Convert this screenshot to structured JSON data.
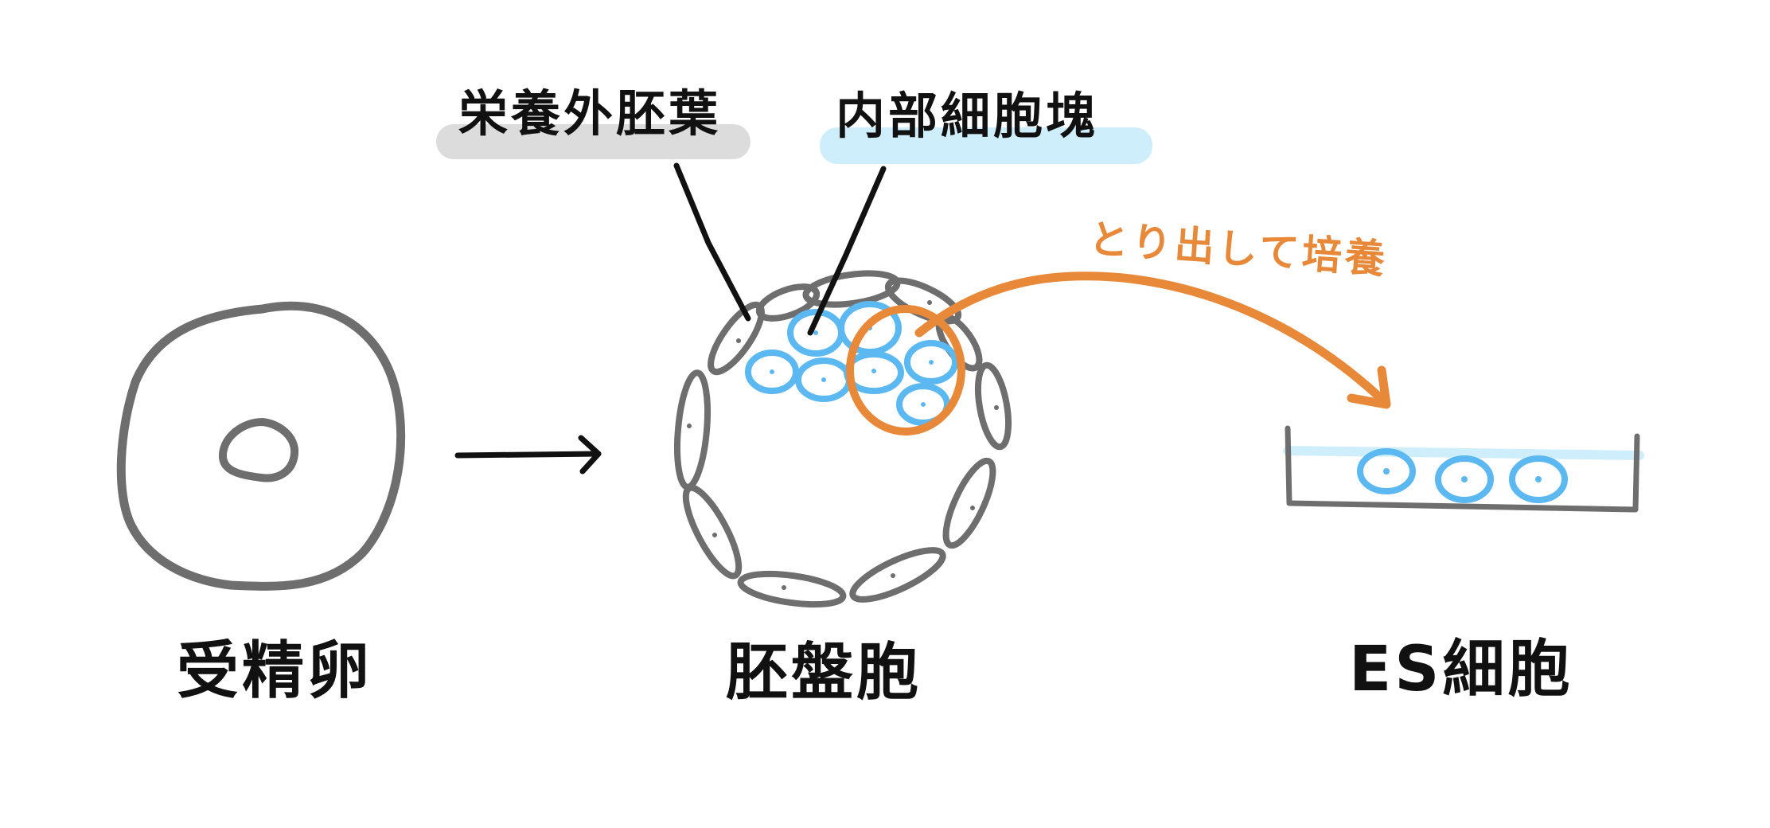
{
  "labels": {
    "fertilized_egg": "受精卵",
    "blastocyst": "胚盤胞",
    "es_cell": "ES細胞",
    "trophectoderm": "栄養外胚葉",
    "inner_cell_mass": "内部細胞塊",
    "extract_culture": "とり出して培養"
  },
  "colors": {
    "outline": "#6e6e6e",
    "ink": "#111111",
    "cell_blue": "#5bb8f0",
    "accent_orange": "#e8893a",
    "gray_highlight": "#dcdcdc",
    "blue_highlight": "#cfeefb"
  },
  "icons": [
    "arrow-right-icon",
    "curved-arrow-icon"
  ]
}
